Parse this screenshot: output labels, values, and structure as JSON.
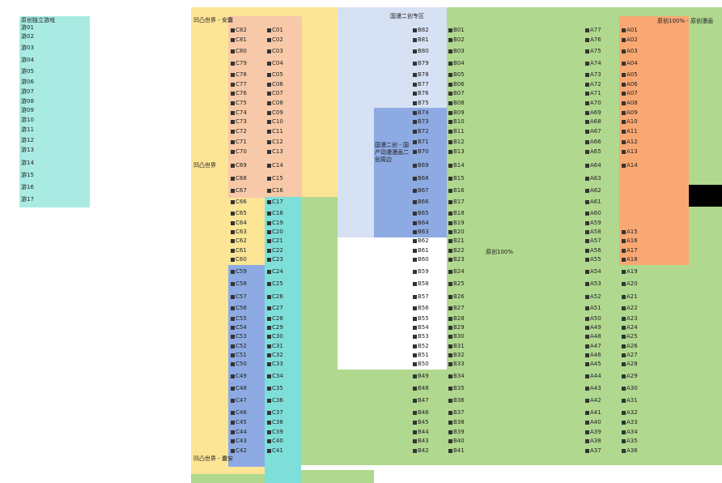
{
  "regions": {
    "indie": {
      "title": "原创独立游戏",
      "items": [
        "游01",
        "游02",
        "游03",
        "游04",
        "游05",
        "游06",
        "游07",
        "游08",
        "游09",
        "游10",
        "游11",
        "游12",
        "游13",
        "游14",
        "游15",
        "游16",
        "游17"
      ]
    },
    "world_anhui": "凹凸世界 - 安囊",
    "world_mid": "凹凸世界",
    "world_anxia": "凹凸世界 - 囊安",
    "secondary_zone": "国漫二创专区",
    "secondary_zone_sub": "国漫二创 - 国产动漫漫画二创周边",
    "original_100_mid": "原创100%",
    "original_100_top": "原创100% - 原创漫画"
  },
  "columns": {
    "C_left": [
      "C82",
      "C81",
      "C80",
      "C79",
      "C78",
      "C77",
      "C76",
      "C75",
      "C74",
      "C73",
      "C72",
      "C71",
      "C70",
      "C69",
      "C68",
      "C67",
      "C66",
      "C65",
      "C64",
      "C63",
      "C62",
      "C61",
      "C60",
      "C59",
      "C58",
      "C57",
      "C56",
      "C55",
      "C54",
      "C53",
      "C52",
      "C51",
      "C50",
      "C49",
      "C48",
      "C47",
      "C46",
      "C45",
      "C44",
      "C43",
      "C42"
    ],
    "C_right": [
      "C01",
      "C02",
      "C03",
      "C04",
      "C05",
      "C06",
      "C07",
      "C08",
      "C09",
      "C10",
      "C11",
      "C12",
      "C13",
      "C14",
      "C15",
      "C16",
      "C17",
      "C18",
      "C19",
      "C20",
      "C21",
      "C22",
      "C23",
      "C24",
      "C25",
      "C26",
      "C27",
      "C28",
      "C29",
      "C30",
      "C31",
      "C32",
      "C33",
      "C34",
      "C35",
      "C36",
      "C37",
      "C38",
      "C39",
      "C40",
      "C41"
    ],
    "B_left": [
      "B82",
      "B81",
      "B80",
      "B79",
      "B78",
      "B77",
      "B76",
      "B75",
      "B74",
      "B73",
      "B72",
      "B71",
      "B70",
      "B69",
      "B68",
      "B67",
      "B66",
      "B65",
      "B64",
      "B63",
      "B62",
      "B61",
      "B60",
      "B59",
      "B58",
      "B57",
      "B56",
      "B55",
      "B54",
      "B53",
      "B52",
      "B51",
      "B50",
      "B49",
      "B48",
      "B47",
      "B46",
      "B45",
      "B44",
      "B43",
      "B42"
    ],
    "B_right": [
      "B01",
      "B02",
      "B03",
      "B04",
      "B05",
      "B06",
      "B07",
      "B08",
      "B09",
      "B10",
      "B11",
      "B12",
      "B13",
      "B14",
      "B15",
      "B16",
      "B17",
      "B18",
      "B19",
      "B20",
      "B21",
      "B22",
      "B23",
      "B24",
      "B25",
      "B26",
      "B27",
      "B28",
      "B29",
      "B30",
      "B31",
      "B32",
      "B33",
      "B34",
      "B35",
      "B36",
      "B37",
      "B38",
      "B39",
      "B40",
      "B41"
    ],
    "A_left": [
      "A77",
      "A76",
      "A75",
      "A74",
      "A73",
      "A72",
      "A71",
      "A70",
      "A69",
      "A68",
      "A67",
      "A66",
      "A65",
      "A64",
      "A63",
      "A62",
      "A61",
      "A60",
      "A59",
      "A58",
      "A57",
      "A56",
      "A55",
      "A54",
      "A53",
      "A52",
      "A51",
      "A50",
      "A49",
      "A48",
      "A47",
      "A46",
      "A45",
      "A44",
      "A43",
      "A42",
      "A41",
      "A40",
      "A39",
      "A38",
      "A37"
    ],
    "A_right": [
      "A01",
      "A02",
      "A03",
      "A04",
      "A05",
      "A06",
      "A07",
      "A08",
      "A09",
      "A10",
      "A11",
      "A12",
      "A13",
      "A14",
      "A15",
      "A16",
      "A17",
      "A18",
      "A19",
      "A20",
      "A21",
      "A22",
      "A23",
      "A24",
      "A25",
      "A26",
      "A27",
      "A28",
      "A29",
      "A30",
      "A31",
      "A32",
      "A33",
      "A34",
      "A35",
      "A36"
    ]
  },
  "colors": {
    "cyan": "#a9ebe3",
    "teal": "#7edfd8",
    "yellow": "#fde596",
    "peach": "#f7c9a8",
    "orange": "#f9a873",
    "lightblue": "#d6e1f4",
    "blue": "#8daae2",
    "green": "#b0d88e",
    "black": "#000000"
  }
}
